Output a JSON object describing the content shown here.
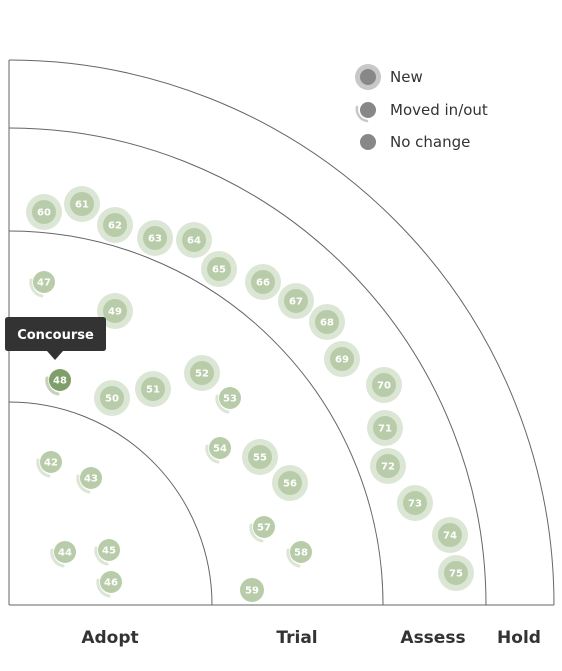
{
  "colors": {
    "blip": "#b8ccaa",
    "blip_halo": "#dce6d5",
    "blip_highlight": "#7f9e6a",
    "legend": "#888888",
    "legend_halo": "#c8c8c8",
    "ring_line": "#666666",
    "tooltip_bg": "#333333"
  },
  "legend": [
    {
      "label": "New",
      "style": "new"
    },
    {
      "label": "Moved in/out",
      "style": "moved"
    },
    {
      "label": "No change",
      "style": "nochange"
    }
  ],
  "rings": [
    "Adopt",
    "Trial",
    "Assess",
    "Hold"
  ],
  "tooltip": {
    "text": "Concourse",
    "target": "48"
  },
  "blips": [
    {
      "id": "42",
      "style": "moved",
      "faded": true
    },
    {
      "id": "43",
      "style": "moved",
      "faded": true
    },
    {
      "id": "44",
      "style": "moved",
      "faded": true
    },
    {
      "id": "45",
      "style": "moved",
      "faded": true
    },
    {
      "id": "46",
      "style": "moved",
      "faded": true
    },
    {
      "id": "47",
      "style": "moved",
      "faded": true
    },
    {
      "id": "48",
      "style": "moved",
      "faded": false
    },
    {
      "id": "49",
      "style": "new",
      "faded": true
    },
    {
      "id": "50",
      "style": "new",
      "faded": true
    },
    {
      "id": "51",
      "style": "new",
      "faded": true
    },
    {
      "id": "52",
      "style": "new",
      "faded": true
    },
    {
      "id": "53",
      "style": "moved",
      "faded": true
    },
    {
      "id": "54",
      "style": "moved",
      "faded": true
    },
    {
      "id": "55",
      "style": "new",
      "faded": true
    },
    {
      "id": "56",
      "style": "new",
      "faded": true
    },
    {
      "id": "57",
      "style": "moved",
      "faded": true
    },
    {
      "id": "58",
      "style": "moved",
      "faded": true
    },
    {
      "id": "59",
      "style": "nochange",
      "faded": true
    },
    {
      "id": "60",
      "style": "new",
      "faded": true
    },
    {
      "id": "61",
      "style": "new",
      "faded": true
    },
    {
      "id": "62",
      "style": "new",
      "faded": true
    },
    {
      "id": "63",
      "style": "new",
      "faded": true
    },
    {
      "id": "64",
      "style": "new",
      "faded": true
    },
    {
      "id": "65",
      "style": "new",
      "faded": true
    },
    {
      "id": "66",
      "style": "new",
      "faded": true
    },
    {
      "id": "67",
      "style": "new",
      "faded": true
    },
    {
      "id": "68",
      "style": "new",
      "faded": true
    },
    {
      "id": "69",
      "style": "new",
      "faded": true
    },
    {
      "id": "70",
      "style": "new",
      "faded": true
    },
    {
      "id": "71",
      "style": "new",
      "faded": true
    },
    {
      "id": "72",
      "style": "new",
      "faded": true
    },
    {
      "id": "73",
      "style": "new",
      "faded": true
    },
    {
      "id": "74",
      "style": "new",
      "faded": true
    },
    {
      "id": "75",
      "style": "new",
      "faded": true
    }
  ]
}
